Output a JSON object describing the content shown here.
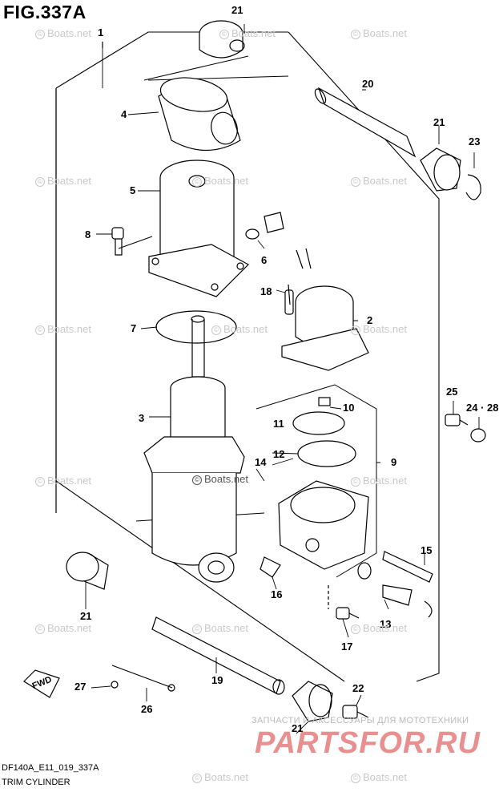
{
  "figure": {
    "title": "FIG.337A",
    "code": "DF140A_E11_019_337A",
    "name": "TRIM CYLINDER"
  },
  "watermark": {
    "text": "Boats.net",
    "shop_caption": "ЗАПЧАСТИ И АКСЕССУАРЫ ДЛЯ МОТОТЕХНИКИ",
    "shop_brand": "PARTSFOR.RU"
  },
  "fwd_label": "FWD",
  "callouts": {
    "c1": "1",
    "c2": "2",
    "c3": "3",
    "c4": "4",
    "c5": "5",
    "c6": "6",
    "c7": "7",
    "c8": "8",
    "c9": "9",
    "c10": "10",
    "c11": "11",
    "c12": "12",
    "c13": "13",
    "c14": "14",
    "c15": "15",
    "c16": "16",
    "c17": "17",
    "c18": "18",
    "c19": "19",
    "c20": "20",
    "c21a": "21",
    "c21b": "21",
    "c21c": "21",
    "c21d": "21",
    "c22": "22",
    "c23": "23",
    "c24_28": "24 · 28",
    "c25": "25",
    "c26": "26",
    "c27": "27"
  }
}
